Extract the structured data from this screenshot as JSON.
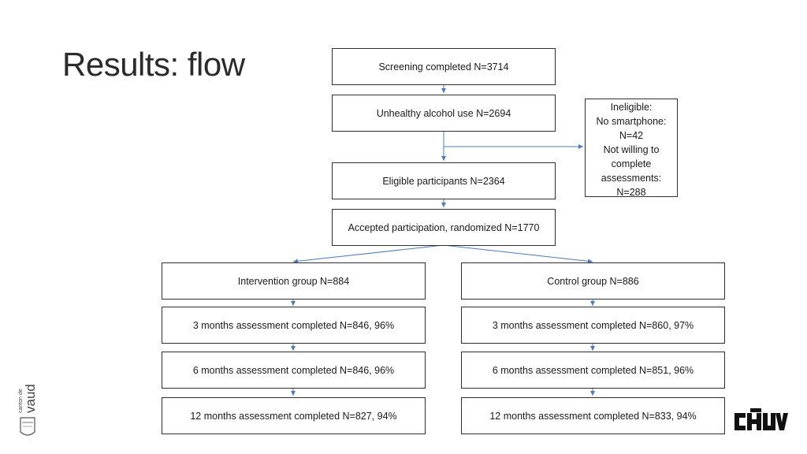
{
  "slide": {
    "title": "Results: flow"
  },
  "flow": {
    "screening": "Screening completed N=3714",
    "unhealthy": "Unhealthy alcohol use N=2694",
    "eligible": "Eligible participants N=2364",
    "randomized": "Accepted participation, randomized N=1770",
    "ineligible_lines": [
      "Ineligible:",
      "No smartphone:",
      "N=42",
      "Not willing to",
      "complete",
      "assessments:",
      "N=288"
    ],
    "intervention": {
      "group": "Intervention group N=884",
      "m3": "3 months assessment completed N=846, 96%",
      "m6": "6 months assessment completed N=846, 96%",
      "m12": "12 months assessment completed N=827, 94%"
    },
    "control": {
      "group": "Control group N=886",
      "m3": "3 months assessment completed N=860, 97%",
      "m6": "6 months assessment completed N=851, 96%",
      "m12": "12 months assessment completed N=833, 94%"
    }
  },
  "logos": {
    "vaud_text": "canton de vaud",
    "chuv_text": "CHUV"
  },
  "colors": {
    "arrow": "#4a7abf",
    "border": "#2f2f2f"
  }
}
